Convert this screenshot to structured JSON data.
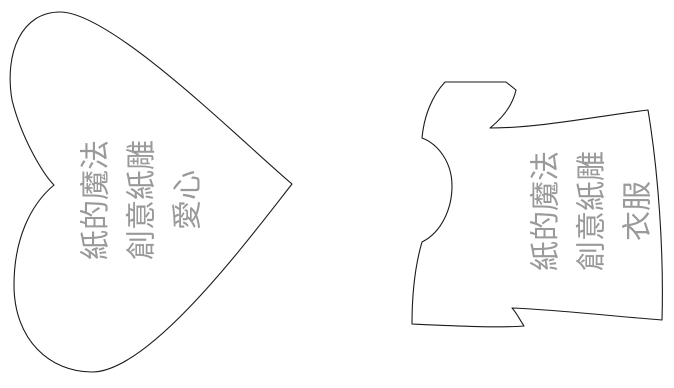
{
  "heart": {
    "lines": [
      "紙的魔法",
      "創意紙雕",
      "愛心"
    ]
  },
  "shirt": {
    "lines": [
      "紙的魔法",
      "創意紙雕",
      "衣服"
    ]
  }
}
